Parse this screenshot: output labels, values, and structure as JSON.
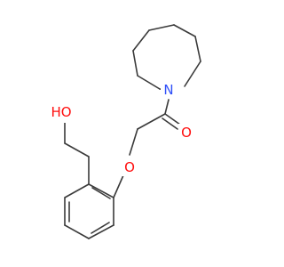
{
  "colors": {
    "bond": "#3a3a3a",
    "nitrogen": "#3050f8",
    "oxygen": "#ff0d0d"
  },
  "atoms": {
    "nitrogen": "N",
    "carbonyl_oxygen": "O",
    "ether_oxygen": "O",
    "hydroxyl_oxygen": "HO"
  }
}
